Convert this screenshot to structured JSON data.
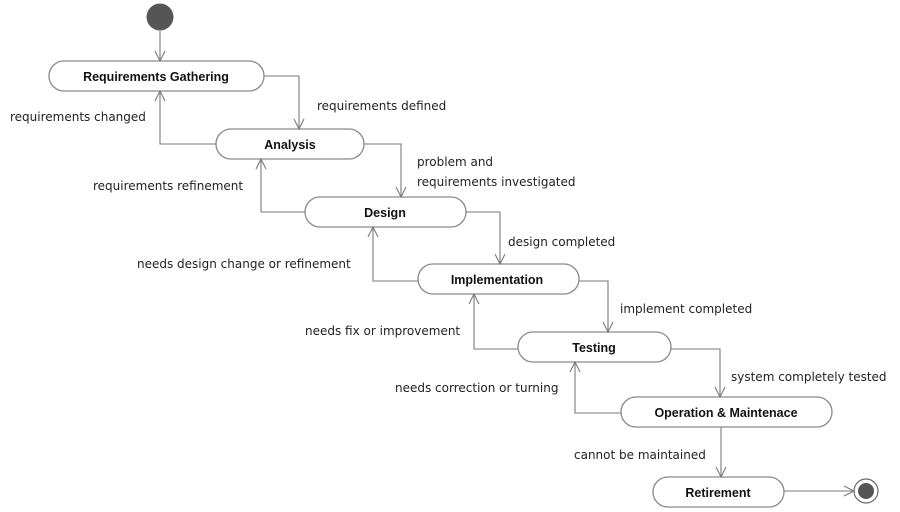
{
  "states": {
    "requirements": "Requirements Gathering",
    "analysis": "Analysis",
    "design": "Design",
    "implementation": "Implementation",
    "testing": "Testing",
    "operation": "Operation & Maintenace",
    "retirement": "Retirement"
  },
  "transitions": {
    "requirements_defined": "requirements defined",
    "requirements_changed": "requirements changed",
    "problem_investigated_line1": "problem and",
    "problem_investigated_line2": "requirements investigated",
    "requirements_refinement": "requirements refinement",
    "design_completed": "design completed",
    "needs_design_change": "needs design change or refinement",
    "implement_completed": "implement completed",
    "needs_fix": "needs fix or improvement",
    "system_tested": "system completely tested",
    "needs_correction": "needs correction or turning",
    "cannot_be_maintained": "cannot be maintained"
  },
  "colors": {
    "initial_node": "#555555",
    "final_node": "#555555",
    "state_border": "#8a8a8a",
    "edge": "#7a7a7a"
  }
}
